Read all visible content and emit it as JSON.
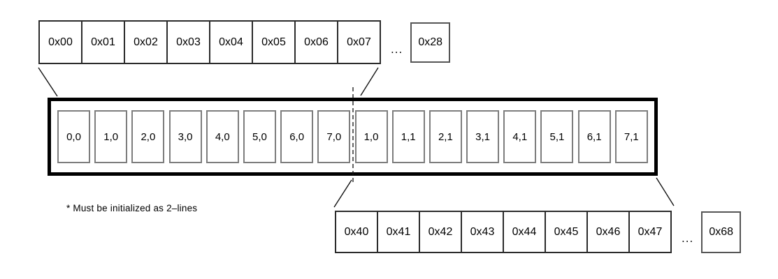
{
  "diagram": {
    "title": "lcd-ddram-address-mapping",
    "top_row": {
      "cells": [
        "0x00",
        "0x01",
        "0x02",
        "0x03",
        "0x04",
        "0x05",
        "0x06",
        "0x07"
      ],
      "ellipsis": "...",
      "tail_cell": "0x28"
    },
    "display_box": {
      "cells": [
        "0,0",
        "1,0",
        "2,0",
        "3,0",
        "4,0",
        "5,0",
        "6,0",
        "7,0",
        "1,0",
        "1,1",
        "2,1",
        "3,1",
        "4,1",
        "5,1",
        "6,1",
        "7,1"
      ]
    },
    "bottom_row": {
      "cells": [
        "0x40",
        "0x41",
        "0x42",
        "0x43",
        "0x44",
        "0x45",
        "0x46",
        "0x47"
      ],
      "ellipsis": "...",
      "tail_cell": "0x68"
    },
    "footnote": "* Must be initialized as 2–lines"
  },
  "colors": {
    "background": "#ffffff",
    "thick_box_border": "#000000",
    "inner_cell_border": "#7d7d7d",
    "row_cell_border": "#2b2b2b",
    "text": "#000000"
  }
}
